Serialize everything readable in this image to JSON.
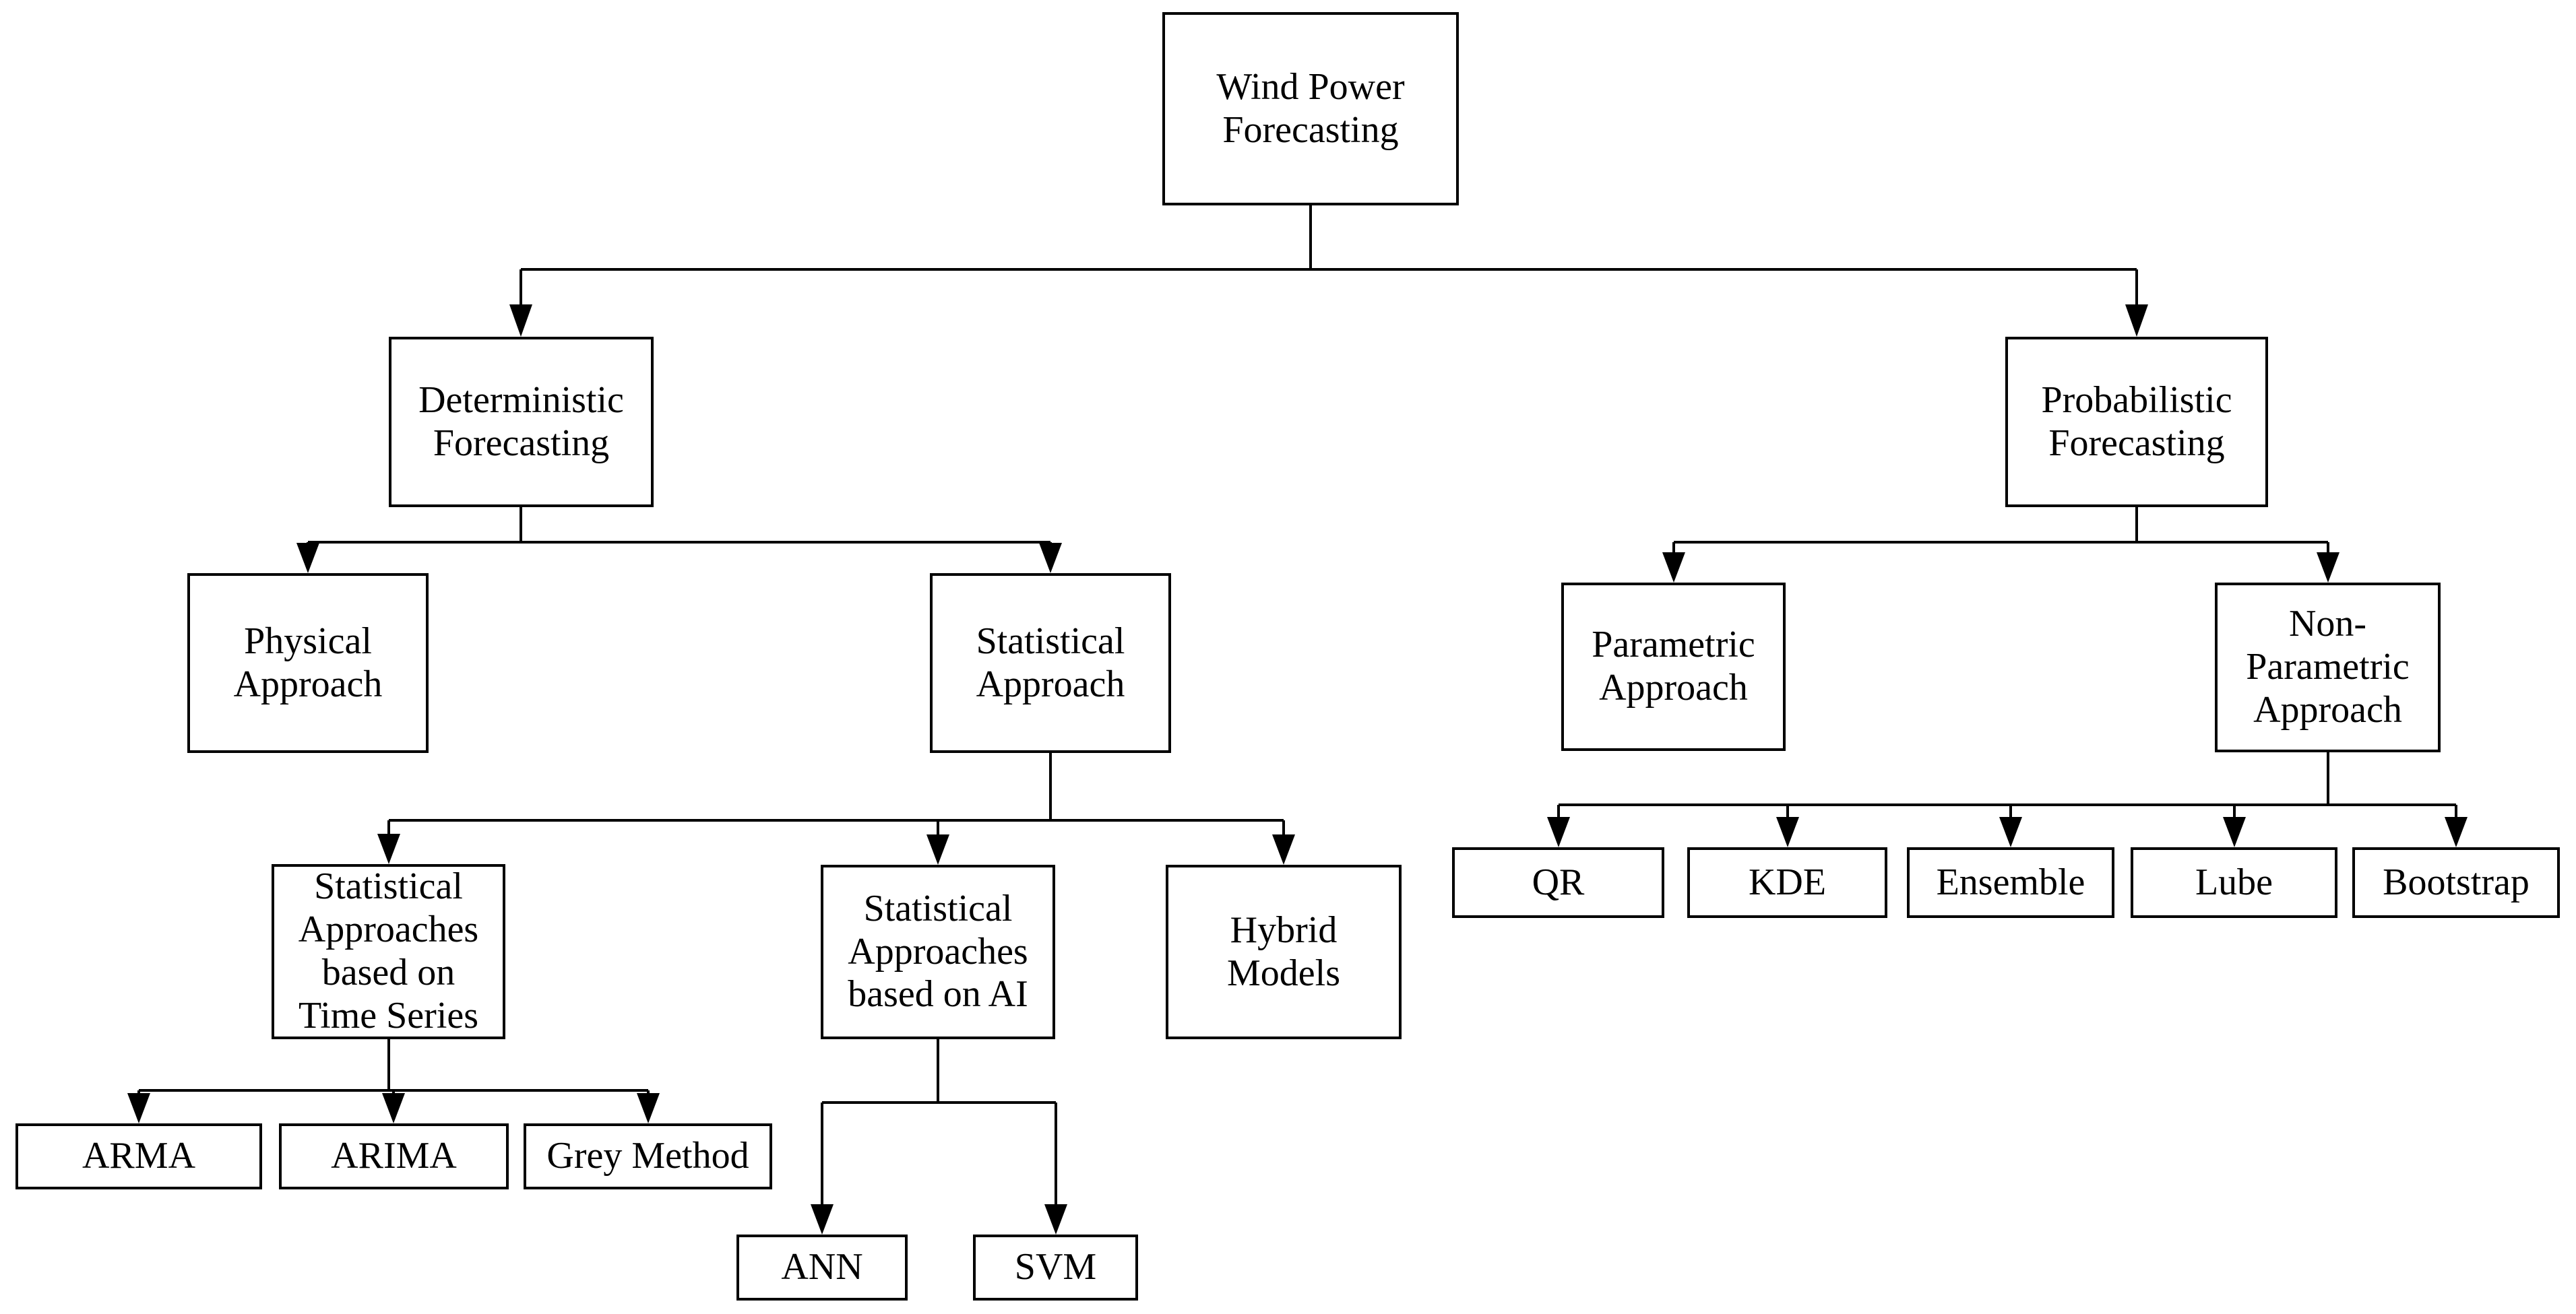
{
  "diagram": {
    "type": "hierarchy-flowchart",
    "colors": {
      "line": "#000000",
      "box_border": "#000000",
      "box_fill": "#ffffff",
      "background": "#ffffff",
      "text": "#000000"
    }
  },
  "nodes": {
    "root": {
      "label": "Wind Power Forecasting",
      "lines": [
        "Wind Power",
        "Forecasting"
      ]
    },
    "deterministic": {
      "label": "Deterministic Forecasting",
      "lines": [
        "Deterministic",
        "Forecasting"
      ]
    },
    "probabilistic": {
      "label": "Probabilistic Forecasting",
      "lines": [
        "Probabilistic",
        "Forecasting"
      ]
    },
    "physical": {
      "label": "Physical Approach",
      "lines": [
        "Physical",
        "Approach"
      ]
    },
    "statistical": {
      "label": "Statistical Approach",
      "lines": [
        "Statistical",
        "Approach"
      ]
    },
    "parametric": {
      "label": "Parametric Approach",
      "lines": [
        "Parametric",
        "Approach"
      ]
    },
    "nonparametric": {
      "label": "Non-Parametric Approach",
      "lines": [
        "Non-",
        "Parametric",
        "Approach"
      ]
    },
    "time_series": {
      "label": "Statistical Approaches based on Time Series",
      "lines": [
        "Statistical",
        "Approaches",
        "based on",
        "Time Series"
      ]
    },
    "ai": {
      "label": "Statistical Approaches based on AI",
      "lines": [
        "Statistical",
        "Approaches",
        "based on AI"
      ]
    },
    "hybrid": {
      "label": "Hybrid Models",
      "lines": [
        "Hybrid",
        "Models"
      ]
    },
    "arma": {
      "label": "ARMA",
      "lines": [
        "ARMA"
      ]
    },
    "arima": {
      "label": "ARIMA",
      "lines": [
        "ARIMA"
      ]
    },
    "grey": {
      "label": "Grey Method",
      "lines": [
        "Grey Method"
      ]
    },
    "ann": {
      "label": "ANN",
      "lines": [
        "ANN"
      ]
    },
    "svm": {
      "label": "SVM",
      "lines": [
        "SVM"
      ]
    },
    "qr": {
      "label": "QR",
      "lines": [
        "QR"
      ]
    },
    "kde": {
      "label": "KDE",
      "lines": [
        "KDE"
      ]
    },
    "ensemble": {
      "label": "Ensemble",
      "lines": [
        "Ensemble"
      ]
    },
    "lube": {
      "label": "Lube",
      "lines": [
        "Lube"
      ]
    },
    "bootstrap": {
      "label": "Bootstrap",
      "lines": [
        "Bootstrap"
      ]
    }
  },
  "edges": [
    {
      "from": "Wind Power Forecasting",
      "to": "Deterministic Forecasting"
    },
    {
      "from": "Wind Power Forecasting",
      "to": "Probabilistic Forecasting"
    },
    {
      "from": "Deterministic Forecasting",
      "to": "Physical Approach"
    },
    {
      "from": "Deterministic Forecasting",
      "to": "Statistical Approach"
    },
    {
      "from": "Probabilistic Forecasting",
      "to": "Parametric Approach"
    },
    {
      "from": "Probabilistic Forecasting",
      "to": "Non-Parametric Approach"
    },
    {
      "from": "Statistical Approach",
      "to": "Statistical Approaches based on Time Series"
    },
    {
      "from": "Statistical Approach",
      "to": "Statistical Approaches based on AI"
    },
    {
      "from": "Statistical Approach",
      "to": "Hybrid Models"
    },
    {
      "from": "Statistical Approaches based on Time Series",
      "to": "ARMA"
    },
    {
      "from": "Statistical Approaches based on Time Series",
      "to": "ARIMA"
    },
    {
      "from": "Statistical Approaches based on Time Series",
      "to": "Grey Method"
    },
    {
      "from": "Statistical Approaches based on AI",
      "to": "ANN"
    },
    {
      "from": "Statistical Approaches based on AI",
      "to": "SVM"
    },
    {
      "from": "Non-Parametric Approach",
      "to": "QR"
    },
    {
      "from": "Non-Parametric Approach",
      "to": "KDE"
    },
    {
      "from": "Non-Parametric Approach",
      "to": "Ensemble"
    },
    {
      "from": "Non-Parametric Approach",
      "to": "Lube"
    },
    {
      "from": "Non-Parametric Approach",
      "to": "Bootstrap"
    }
  ]
}
